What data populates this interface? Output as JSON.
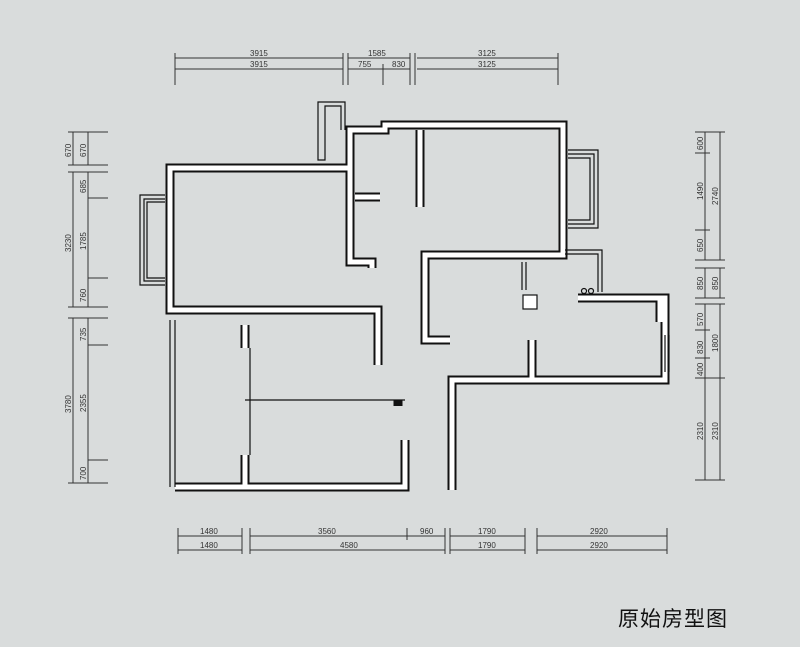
{
  "title": "原始房型图",
  "dimensions": {
    "top_row1": [
      "3915",
      "1585",
      "3125"
    ],
    "top_row2": [
      "3915",
      "755",
      "830",
      "3125"
    ],
    "bottom_row1": [
      "1480",
      "3560",
      "960",
      "1790",
      "2920"
    ],
    "bottom_row2": [
      "1480",
      "4580",
      "1790",
      "2920"
    ],
    "left_inner": [
      "670",
      "685",
      "1785",
      "760",
      "735",
      "2355",
      "700"
    ],
    "left_outer": [
      "670",
      "3230",
      "3780"
    ],
    "right_inner": [
      "600",
      "1490",
      "650",
      "850",
      "570",
      "830",
      "400",
      "2310"
    ],
    "right_outer": [
      "2740",
      "850",
      "1800",
      "2310"
    ]
  },
  "colors": {
    "background": "#d9dcdc",
    "wall": "#111111",
    "wall_fill": "#ffffff"
  }
}
